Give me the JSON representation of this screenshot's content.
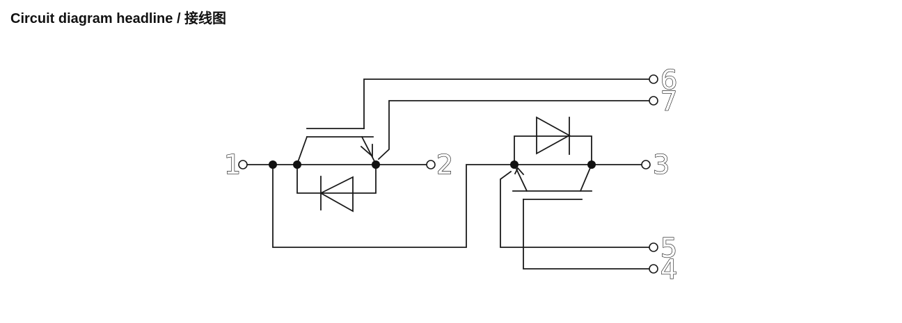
{
  "header": {
    "title": "Circuit diagram headline / 接线图"
  },
  "terminals": {
    "t1": "1",
    "t2": "2",
    "t3": "3",
    "t4": "4",
    "t5": "5",
    "t6": "6",
    "t7": "7"
  },
  "colors": {
    "line": "#1a1a1a",
    "background": "#ffffff"
  }
}
